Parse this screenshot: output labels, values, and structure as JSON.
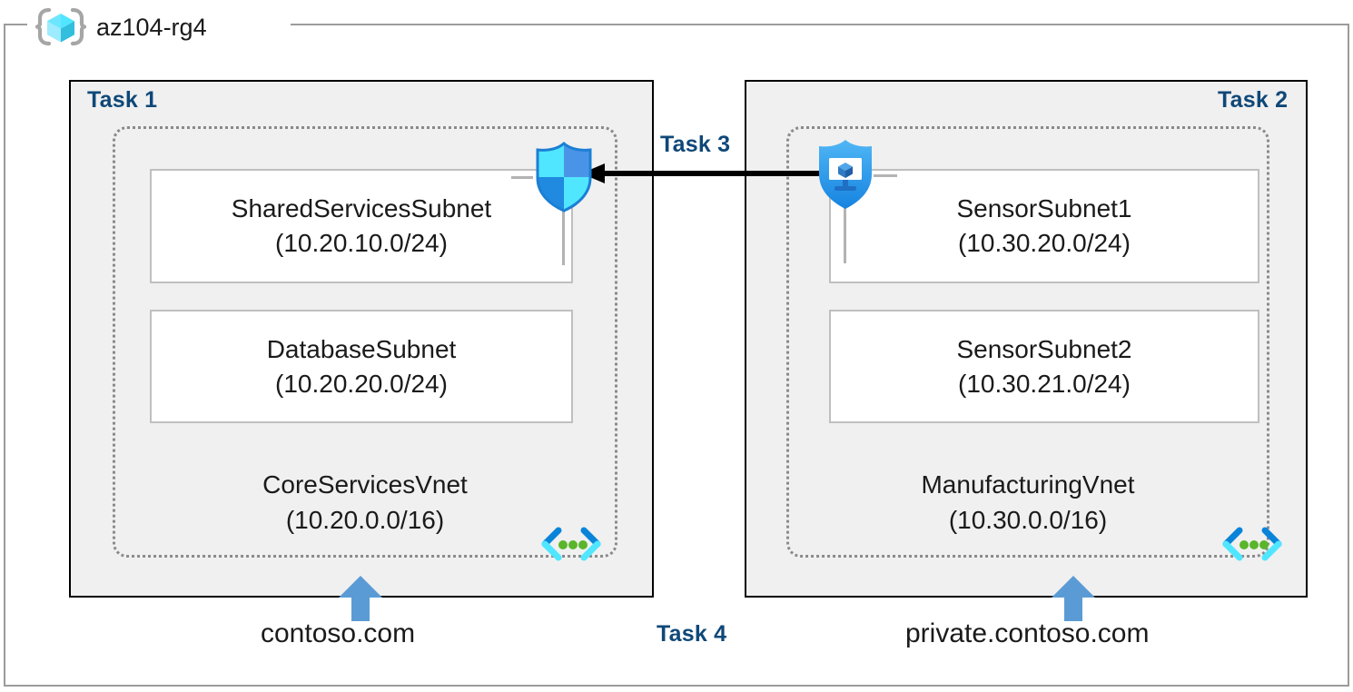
{
  "resource_group": {
    "name": "az104-rg4",
    "icon": "azure-resource-group-cube-icon"
  },
  "panels": [
    {
      "id": "left",
      "task_label": "Task 1",
      "vnet": {
        "name": "CoreServicesVnet",
        "cidr": "(10.20.0.0/16)",
        "dns_icon": "dns-code-brackets-icon"
      },
      "subnets": [
        {
          "name": "SharedServicesSubnet",
          "cidr": "(10.20.10.0/24)"
        },
        {
          "name": "DatabaseSubnet",
          "cidr": "(10.20.20.0/24)"
        }
      ],
      "icon": "shield-firewall-icon",
      "dns_zone": "contoso.com",
      "dns_arrow": "blue-up-arrow-icon"
    },
    {
      "id": "right",
      "task_label": "Task 2",
      "vnet": {
        "name": "ManufacturingVnet",
        "cidr": "(10.30.0.0/16)",
        "dns_icon": "dns-code-brackets-icon"
      },
      "subnets": [
        {
          "name": "SensorSubnet1",
          "cidr": "(10.30.20.0/24)"
        },
        {
          "name": "SensorSubnet2",
          "cidr": "(10.30.21.0/24)"
        }
      ],
      "icon": "shield-monitor-defender-icon",
      "dns_zone": "private.contoso.com",
      "dns_arrow": "blue-up-arrow-icon"
    }
  ],
  "connection": {
    "task_label": "Task 3",
    "direction": "right-to-left",
    "arrow_color": "#000000"
  },
  "dns_task": {
    "task_label": "Task 4"
  },
  "colors": {
    "task_label": "#0f4878",
    "panel_fill": "#f0f0f0",
    "panel_border": "#000000",
    "vnet_border": "#8a8a8a",
    "subnet_border": "#bfbfbf",
    "rg_border": "#9b9b9b",
    "arrow_blue": "#5b9bd5",
    "shield_blue": "#2f9cf4",
    "shield_cyan": "#50e6ff",
    "dns_green": "#5ab52b"
  }
}
